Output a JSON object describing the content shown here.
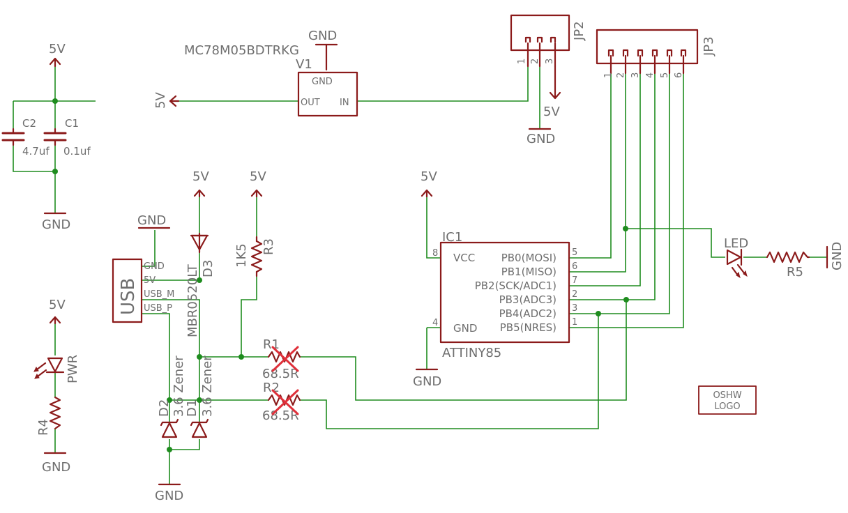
{
  "labels": {
    "v5": "5V",
    "gnd": "GND",
    "c1_name": "C1",
    "c1_value": "0.1uf",
    "c2_name": "C2",
    "c2_value": "4.7uf",
    "v1_part": "MC78M05BDTRKG",
    "v1_name": "V1",
    "v1_pin_gnd": "GND",
    "v1_pin_out": "OUT",
    "v1_pin_in": "IN",
    "jp2_name": "JP2",
    "jp2_pins": [
      "1",
      "2",
      "3"
    ],
    "jp3_name": "JP3",
    "jp3_pins": [
      "1",
      "2",
      "3",
      "4",
      "5",
      "6"
    ],
    "usb_name": "USB",
    "usb_pins": [
      "GND",
      "5V",
      "USB_M",
      "USB_P"
    ],
    "d3_name": "D3",
    "d3_part": "MBR0520LT",
    "r3_name": "R3",
    "r3_value": "1K5",
    "ic1_name": "IC1",
    "ic1_part": "ATTINY85",
    "ic1_left_pins": [
      {
        "num": "8",
        "label": "VCC"
      },
      {
        "num": "4",
        "label": "GND"
      }
    ],
    "ic1_right_pins": [
      {
        "num": "5",
        "label": "PB0(MOSI)"
      },
      {
        "num": "6",
        "label": "PB1(MISO)"
      },
      {
        "num": "7",
        "label": "PB2(SCK/ADC1)"
      },
      {
        "num": "2",
        "label": "PB3(ADC3)"
      },
      {
        "num": "3",
        "label": "PB4(ADC2)"
      },
      {
        "num": "1",
        "label": "PB5(NRES)"
      }
    ],
    "led_name": "LED",
    "r5_name": "R5",
    "pwr_name": "PWR",
    "r4_name": "R4",
    "r1_name": "R1",
    "r1_value": "68.5R",
    "r2_name": "R2",
    "r2_value": "68.5R",
    "d1_name": "D1",
    "d1_value": "3.6 Zener",
    "d2_name": "D2",
    "d2_value": "3.6 Zener",
    "oshw_line1": "OSHW",
    "oshw_line2": "LOGO"
  },
  "colors": {
    "symbol": "#8b1a1a",
    "net": "#1e8c1e",
    "text": "#6e6e6e",
    "strike": "#e0303a"
  }
}
